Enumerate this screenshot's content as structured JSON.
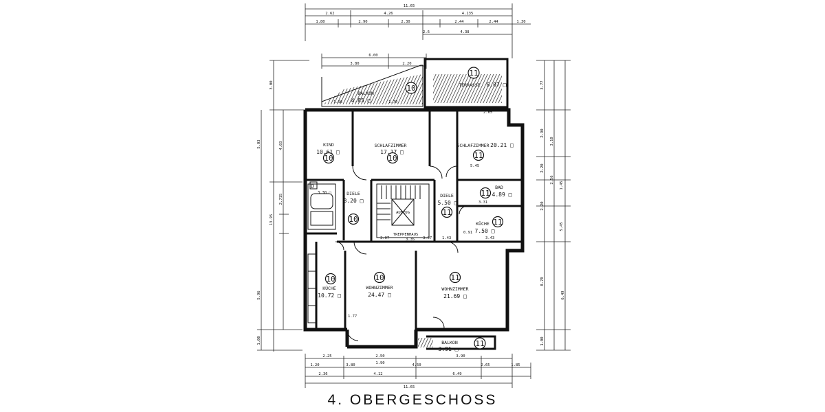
{
  "title": "4. OBERGESCHOSS",
  "rooms": [
    {
      "name": "SCHLAFZIMMER",
      "area": "17.17 □",
      "unit": "10"
    },
    {
      "name": "KIND",
      "area": "10.61 □",
      "unit": "10"
    },
    {
      "name": "SCHLAFZIMMER",
      "area": "20.21 □",
      "unit": "11"
    },
    {
      "name": "BAD",
      "area": "4.89 □",
      "unit": "11"
    },
    {
      "name": "KÜCHE",
      "area": "7.50 □",
      "unit": "11"
    },
    {
      "name": "DIELE",
      "area": "8.20 □",
      "unit": "10"
    },
    {
      "name": "DIELE",
      "area": "5.50 □",
      "unit": "11"
    },
    {
      "name": "KÜCHE",
      "area": "10.72 □",
      "unit": "10"
    },
    {
      "name": "WOHNZIMMER",
      "area": "24.47 □",
      "unit": "10"
    },
    {
      "name": "WOHNZIMMER",
      "area": "21.69 □",
      "unit": "11"
    },
    {
      "name": "BALKON",
      "area": "4.85 □",
      "unit": "10"
    },
    {
      "name": "TERRASSE",
      "area": "6.07 □",
      "unit": "11"
    },
    {
      "name": "BALKON",
      "area": "3.91 □",
      "unit": "11"
    }
  ],
  "labels": {
    "stair": "TREPPENHAUS",
    "lift": "AUFZUG",
    "bath_small": "3.30 □",
    "bath_mark": "D"
  },
  "dimensions": {
    "top_total": "11.65",
    "top_row1": [
      "2.62",
      "4.26",
      "4.135"
    ],
    "top_row2": [
      "1.80",
      "2.90",
      "2.30",
      "2.44",
      "2.44",
      "1.30"
    ],
    "top_row3": [
      "2.6",
      "4.38"
    ],
    "top_row4": [
      "6.00"
    ],
    "top_row5": [
      "3.80",
      "2.20"
    ],
    "bottom_row1": [
      "2.25",
      "2.50",
      "3.90"
    ],
    "bottom_row1b": [
      "1.90"
    ],
    "bottom_row2": [
      "1.20",
      "3.80",
      "4.50",
      "2.65",
      "1.85"
    ],
    "bottom_row3": [
      "2.36",
      "4.12",
      "6.49"
    ],
    "bottom_total": "11.65",
    "left_outer": [
      "3.00",
      "5.03",
      "13.95",
      "5.96",
      "1.00"
    ],
    "left_inner": [
      "4.03",
      "2.715"
    ],
    "right_outer": [
      "3.77",
      "2.90",
      "2.20",
      "2.56",
      "1.45",
      "2.20",
      "8.70",
      "6.49",
      "1.00"
    ],
    "right_inner": [
      "3.10",
      "5.45"
    ],
    "inner": [
      "5.45",
      "3.31",
      "3.43",
      "3.07",
      "3.35",
      "3.07",
      "1.43",
      "1.70",
      "2.65",
      "0.91",
      "1.96",
      "1.77"
    ]
  }
}
